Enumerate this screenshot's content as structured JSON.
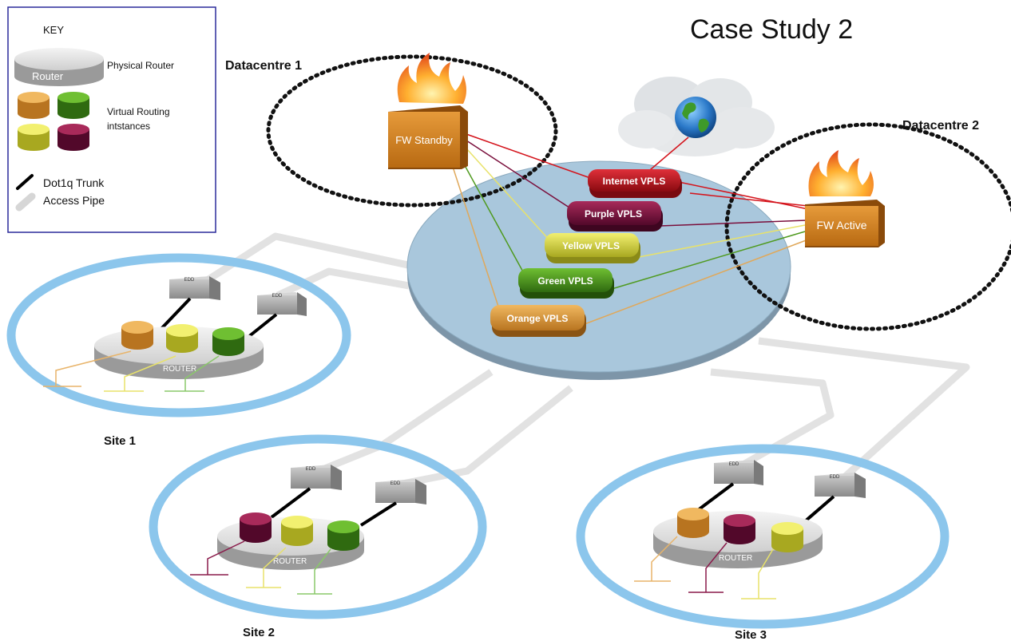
{
  "title": "Case Study 2",
  "key": {
    "heading": "KEY",
    "router_label": "Router",
    "physical_router": "Physical Router",
    "virtual_routing_line1": "Virtual Routing",
    "virtual_routing_line2": "intstances",
    "dot1q_trunk": "Dot1q Trunk",
    "access_pipe": "Access Pipe"
  },
  "datacentre1": {
    "label": "Datacentre 1",
    "firewall": "FW Standby"
  },
  "datacentre2": {
    "label": "Datacentre 2",
    "firewall": "FW Active"
  },
  "vpls": {
    "internet": "Internet VPLS",
    "purple": "Purple VPLS",
    "yellow": "Yellow VPLS",
    "green": "Green VPLS",
    "orange": "Orange VPLS"
  },
  "edd_label": "EDD",
  "router_label": "ROUTER",
  "sites": {
    "site1": "Site 1",
    "site2": "Site 2",
    "site3": "Site 3"
  },
  "colors": {
    "orange": "#d89a3c",
    "yellow": "#d8d63a",
    "green": "#4f9a1f",
    "purple": "#7a0f3c",
    "red": "#c0141c",
    "cloud": "#a9c7dc",
    "site_ring": "#8cc6ec",
    "firewall": "#d8841f"
  }
}
